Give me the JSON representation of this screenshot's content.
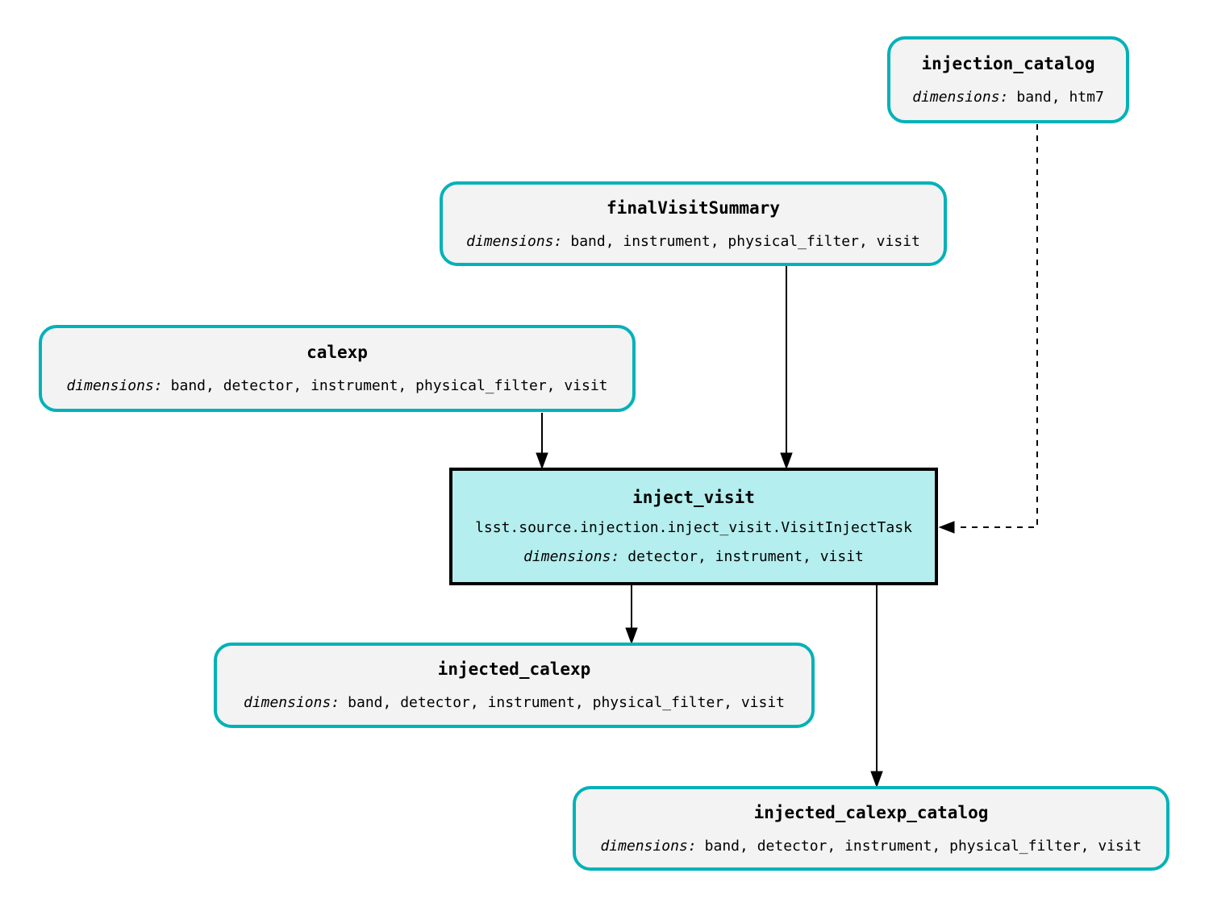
{
  "colors": {
    "accent_teal": "#00b2b8",
    "dataset_fill": "#f3f3f3",
    "task_fill": "#b4eeee",
    "task_border": "#000000",
    "edge_color": "#000000"
  },
  "nodes": {
    "injection_catalog": {
      "title": "injection_catalog",
      "dims_label": "dimensions:",
      "dims": "band, htm7"
    },
    "finalVisitSummary": {
      "title": "finalVisitSummary",
      "dims_label": "dimensions:",
      "dims": "band, instrument, physical_filter, visit"
    },
    "calexp": {
      "title": "calexp",
      "dims_label": "dimensions:",
      "dims": "band, detector, instrument, physical_filter, visit"
    },
    "inject_visit": {
      "title": "inject_visit",
      "task_class": "lsst.source.injection.inject_visit.VisitInjectTask",
      "dims_label": "dimensions:",
      "dims": "detector, instrument, visit"
    },
    "injected_calexp": {
      "title": "injected_calexp",
      "dims_label": "dimensions:",
      "dims": "band, detector, instrument, physical_filter, visit"
    },
    "injected_calexp_catalog": {
      "title": "injected_calexp_catalog",
      "dims_label": "dimensions:",
      "dims": "band, detector, instrument, physical_filter, visit"
    }
  },
  "edges": [
    {
      "from": "calexp",
      "to": "inject_visit",
      "style": "solid"
    },
    {
      "from": "finalVisitSummary",
      "to": "inject_visit",
      "style": "solid"
    },
    {
      "from": "injection_catalog",
      "to": "inject_visit",
      "style": "dashed"
    },
    {
      "from": "inject_visit",
      "to": "injected_calexp",
      "style": "solid"
    },
    {
      "from": "inject_visit",
      "to": "injected_calexp_catalog",
      "style": "solid"
    }
  ]
}
